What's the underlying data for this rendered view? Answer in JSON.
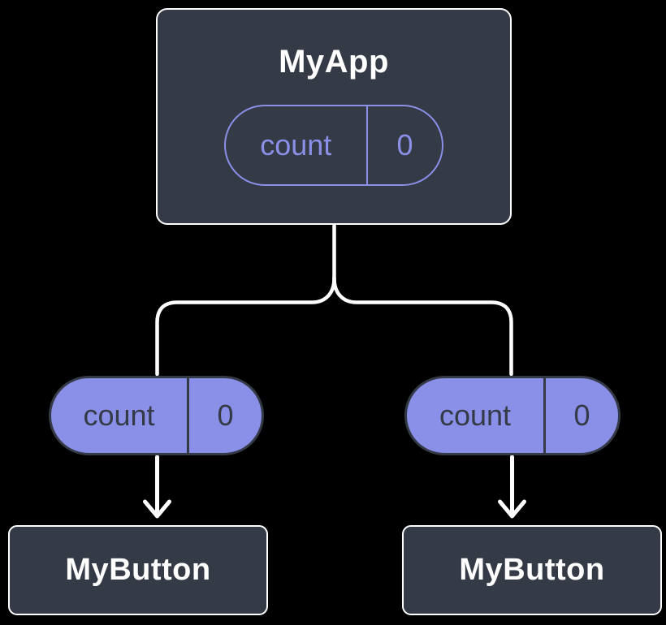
{
  "diagram": {
    "colors": {
      "background": "#000000",
      "node_bg": "#343A46",
      "node_border": "#FFFFFF",
      "node_text": "#FFFFFF",
      "accent_purple": "#8A8FE8",
      "pill_dark": "#343A46",
      "connector": "#FFFFFF"
    },
    "root": {
      "title": "MyApp",
      "state_pill": {
        "name": "count",
        "value": "0"
      }
    },
    "left_branch": {
      "prop_pill": {
        "name": "count",
        "value": "0"
      },
      "child": {
        "title": "MyButton"
      }
    },
    "right_branch": {
      "prop_pill": {
        "name": "count",
        "value": "0"
      },
      "child": {
        "title": "MyButton"
      }
    }
  }
}
